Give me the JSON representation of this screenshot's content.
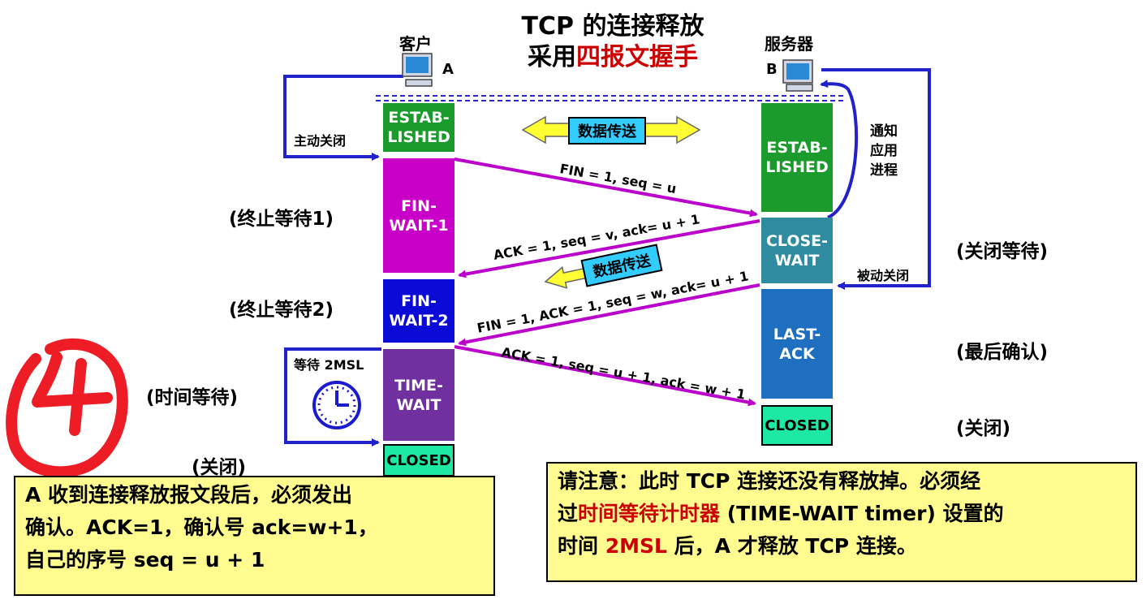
{
  "title": {
    "line1": "TCP 的连接释放",
    "line2_prefix": "采用",
    "line2_highlight": "四报文握手"
  },
  "client": {
    "name": "客户",
    "letter": "A"
  },
  "server": {
    "name": "服务器",
    "letter": "B"
  },
  "client_states": [
    {
      "label": "ESTAB-\nLISHED",
      "color": "#1a9b2c"
    },
    {
      "label": "FIN-\nWAIT-1",
      "color": "#c800c8"
    },
    {
      "label": "FIN-\nWAIT-2",
      "color": "#0b0bd8"
    },
    {
      "label": "TIME-\nWAIT",
      "color": "#7030a0"
    },
    {
      "label": "CLOSED"
    }
  ],
  "server_states": [
    {
      "label": "ESTAB-\nLISHED",
      "color": "#1a9b2c"
    },
    {
      "label": "CLOSE-\nWAIT",
      "color": "#2e8ba0"
    },
    {
      "label": "LAST-\nACK",
      "color": "#1f6fc1"
    },
    {
      "label": "CLOSED"
    }
  ],
  "left_labels": [
    "(终止等待1)",
    "(终止等待2)",
    "(时间等待)",
    "(关闭)"
  ],
  "right_labels": [
    "(关闭等待)",
    "(最后确认)",
    "(关闭)"
  ],
  "side_labels": {
    "active_close": "主动关闭",
    "passive_close": "被动关闭",
    "notify_app": "通知\n应用\n进程",
    "wait_2msl": "等待 2MSL"
  },
  "data_transfer": "数据传送",
  "messages": [
    "FIN = 1, seq = u",
    "ACK = 1, seq = v, ack= u + 1",
    "FIN = 1, ACK = 1, seq = w, ack= u + 1",
    "ACK = 1, seq = u + 1, ack = w + 1"
  ],
  "handwritten_mark": "4",
  "note_left": {
    "line1": " A 收到连接释放报文段后，必须发出",
    "line2": "确认。ACK=1，确认号 ack=w+1，",
    "line3": "自己的序号 seq = u + 1"
  },
  "note_right": {
    "line1": "请注意：此时 TCP 连接还没有释放掉。必须经",
    "line2_prefix": "过",
    "line2_highlight": "时间等待计时器",
    "line2_suffix": " (TIME-WAIT timer) 设置的",
    "line3_prefix": "时间 ",
    "line3_highlight": "2MSL",
    "line3_suffix": " 后，A 才释放 TCP 连接。"
  },
  "colors": {
    "arrow_magenta": "#bb00cc",
    "arrow_blue": "#2222cc",
    "highlight_red": "#cc0000",
    "note_bg": "#fffb8f"
  }
}
